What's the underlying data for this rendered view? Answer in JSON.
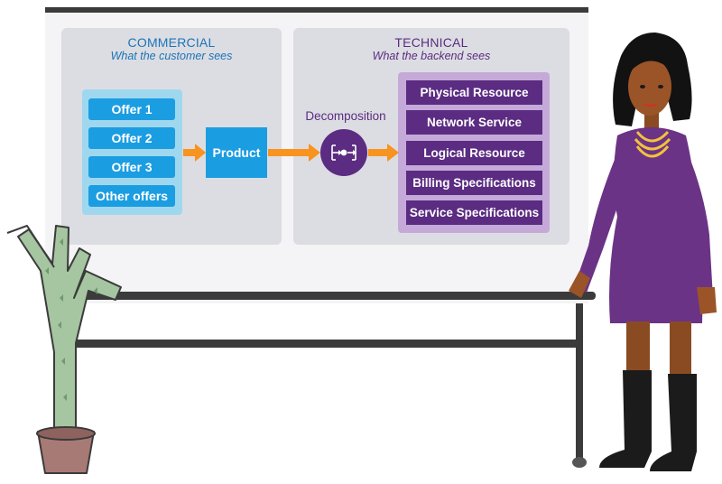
{
  "commercial": {
    "title": "COMMERCIAL",
    "subtitle": "What the customer sees",
    "offers": [
      "Offer 1",
      "Offer 2",
      "Offer 3",
      "Other offers"
    ],
    "product": "Product"
  },
  "technical": {
    "title": "TECHNICAL",
    "subtitle": "What the backend sees",
    "decomposition_label": "Decomposition",
    "resources": [
      "Physical Resource",
      "Network Service",
      "Logical Resource",
      "Billing Specifications",
      "Service Specifications"
    ]
  },
  "colors": {
    "commercial_blue": "#1b9de2",
    "commercial_light": "#9fd8ee",
    "technical_purple": "#5b2c82",
    "technical_light": "#c5aad9",
    "arrow_orange": "#f7931e"
  },
  "illustration": {
    "icons": [
      "decomposition-icon",
      "cactus-plant",
      "presenter-woman"
    ]
  }
}
